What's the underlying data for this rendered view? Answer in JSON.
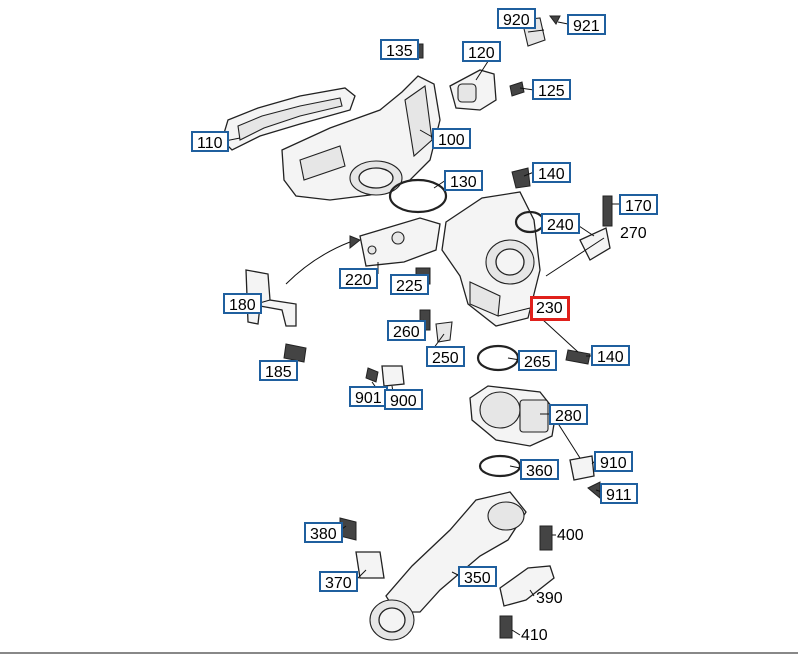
{
  "diagram": {
    "colors": {
      "callout_border": "#1f5f9e",
      "selected_border": "#e0201b"
    },
    "callouts": [
      {
        "label": "920"
      },
      {
        "label": "921"
      },
      {
        "label": "135"
      },
      {
        "label": "120"
      },
      {
        "label": "125"
      },
      {
        "label": "110"
      },
      {
        "label": "100"
      },
      {
        "label": "130"
      },
      {
        "label": "140"
      },
      {
        "label": "170"
      },
      {
        "label": "240"
      },
      {
        "label": "220"
      },
      {
        "label": "225"
      },
      {
        "label": "180"
      },
      {
        "label": "230"
      },
      {
        "label": "260"
      },
      {
        "label": "250"
      },
      {
        "label": "265"
      },
      {
        "label": "140"
      },
      {
        "label": "185"
      },
      {
        "label": "901"
      },
      {
        "label": "900"
      },
      {
        "label": "280"
      },
      {
        "label": "910"
      },
      {
        "label": "360"
      },
      {
        "label": "911"
      },
      {
        "label": "380"
      },
      {
        "label": "370"
      },
      {
        "label": "350"
      }
    ],
    "selected_callout": "230",
    "plain_labels": [
      {
        "label": "270"
      },
      {
        "label": "400"
      },
      {
        "label": "390"
      },
      {
        "label": "410"
      }
    ]
  }
}
